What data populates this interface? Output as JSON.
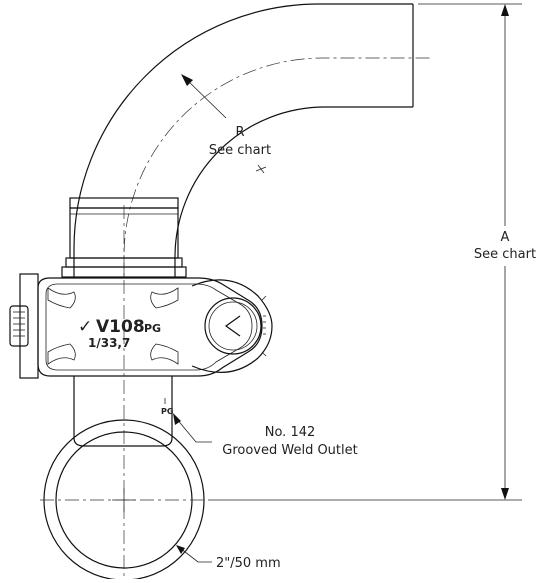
{
  "labels": {
    "radius_letter": "R",
    "radius_note": "See chart",
    "dimension_letter": "A",
    "dimension_note": "See chart",
    "outlet_number": "No. 142",
    "outlet_name": "Grooved Weld Outlet",
    "pipe_size": "2\"/50 mm"
  },
  "coupling_marking": {
    "brand": "V108",
    "suffix": "PG",
    "size": "1/33,7",
    "outlet_stamp": "PG"
  }
}
